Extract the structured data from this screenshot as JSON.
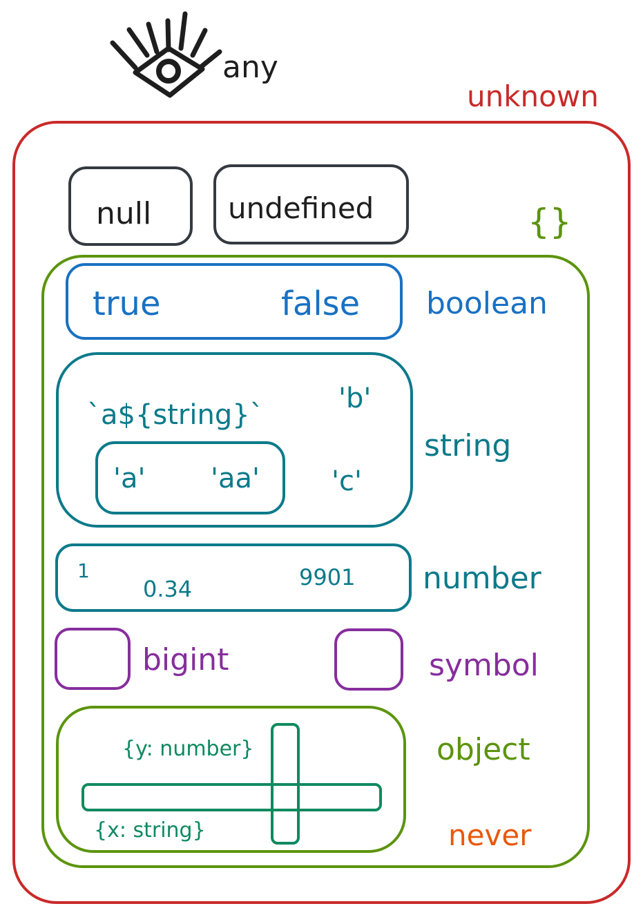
{
  "colors": {
    "unknown": "#c92a2a",
    "empty_object": "#5c940d",
    "boolean": "#1971c2",
    "string": "#0c7a8a",
    "number": "#0c7a8a",
    "bigint": "#862e9c",
    "symbol": "#862e9c",
    "object_type": "#0f8a5f",
    "never": "#e8590c",
    "ink": "#1e1e1e"
  },
  "top": {
    "any_icon": "eye-of-providence-icon",
    "any_label": "any",
    "unknown_label": "unknown"
  },
  "nullish": {
    "null_label": "null",
    "undefined_label": "undefined"
  },
  "empty_object_label": "{}",
  "boolean": {
    "true_label": "true",
    "false_label": "false",
    "type_label": "boolean"
  },
  "string": {
    "template_label": "`a${string}`",
    "b_label": "'b'",
    "a_label": "'a'",
    "aa_label": "'aa'",
    "c_label": "'c'",
    "type_label": "string"
  },
  "number": {
    "v1_label": "1",
    "v2_label": "0.34",
    "v3_label": "9901",
    "type_label": "number"
  },
  "bigint": {
    "type_label": "bigint"
  },
  "symbol": {
    "type_label": "symbol"
  },
  "object": {
    "y_label": "{y: number}",
    "x_label": "{x: string}",
    "type_label": "object",
    "never_label": "never"
  }
}
